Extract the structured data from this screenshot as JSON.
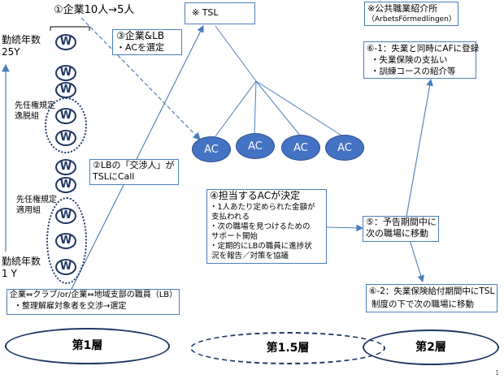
{
  "header": {
    "step1": "①企業10人→5人",
    "tenure_top": "勤続年数",
    "tenure_top_val": "25Y",
    "tenure_bottom": "勤続年数",
    "tenure_bottom_val": "1 Y"
  },
  "groups": {
    "exempt_label_1": "先任権規定",
    "exempt_label_2": "逸脱組",
    "applied_label_1": "先任権規定",
    "applied_label_2": "適用組"
  },
  "worker_label": "W",
  "step3": {
    "line1": "③企業&LB",
    "line2": "・ACを選定"
  },
  "tsl_box": "※ TSL",
  "af_box": {
    "line1": "※公共職業紹介所",
    "line2": "（ArbetsFörmedlingen）"
  },
  "step6_1": {
    "line1": "⑥-1：失業と同時にAFに登録",
    "line2": "・失業保険の支払い",
    "line3": "・訓練コースの紹介等"
  },
  "ac_nodes": [
    "AC",
    "AC",
    "AC",
    "AC"
  ],
  "step2": {
    "line1": "②LBの「交渉人」が",
    "line2": "TSLにCall"
  },
  "step4": {
    "title": "④担当するACが決定",
    "l1": "・1人あたり定められた金額が",
    "l2": "支払われる",
    "l3": "・次の職場を見つけるための",
    "l4": "サポート開始",
    "l5": "・定期的にLBの職員に進捗状",
    "l6": "況を報告／対策を協議"
  },
  "step5": {
    "line1": "⑤：予告期間中に",
    "line2": "次の職場に移動"
  },
  "negotiation": {
    "line1": "企業⇔クラブ/or/企業⇔地域支部の職員（LB）",
    "line2": "・整理解雇対象者を交渉→選定"
  },
  "step6_2": {
    "line1": "⑥-2：失業保険給付期間中にTSL",
    "line2": "制度の下で次の職場に移動"
  },
  "layers": {
    "first": "第1層",
    "mid": "第1.5層",
    "second": "第2層"
  },
  "page_number": "1",
  "colors": {
    "line": "#4a7ebb",
    "ac_fill": "#4472c4",
    "ellipse": "#1f3864"
  }
}
